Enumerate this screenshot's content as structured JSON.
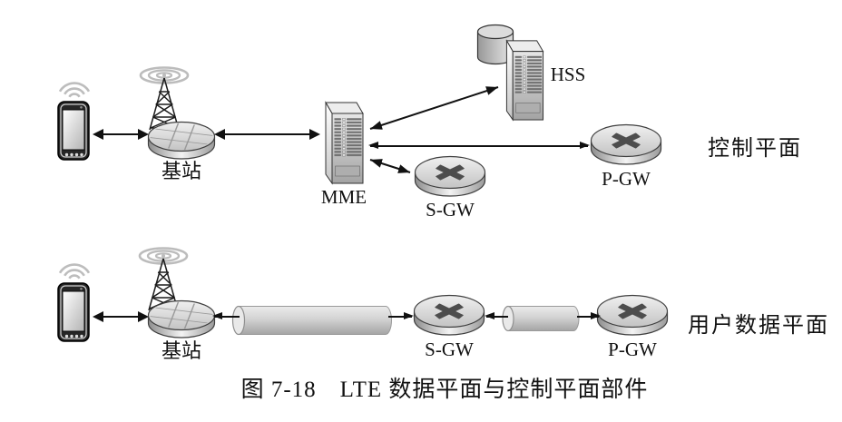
{
  "figure": {
    "caption": "图 7-18　LTE 数据平面与控制平面部件"
  },
  "control_plane": {
    "plane_label": "控制平面",
    "base_station_label": "基站",
    "mme_label": "MME",
    "hss_label": "HSS",
    "sgw_label": "S-GW",
    "pgw_label": "P-GW"
  },
  "user_plane": {
    "plane_label": "用户数据平面",
    "base_station_label": "基站",
    "sgw_label": "S-GW",
    "pgw_label": "P-GW"
  },
  "colors": {
    "line": "#111111",
    "icon_dark": "#4d4d4d",
    "icon_light": "#e9e9e9"
  }
}
